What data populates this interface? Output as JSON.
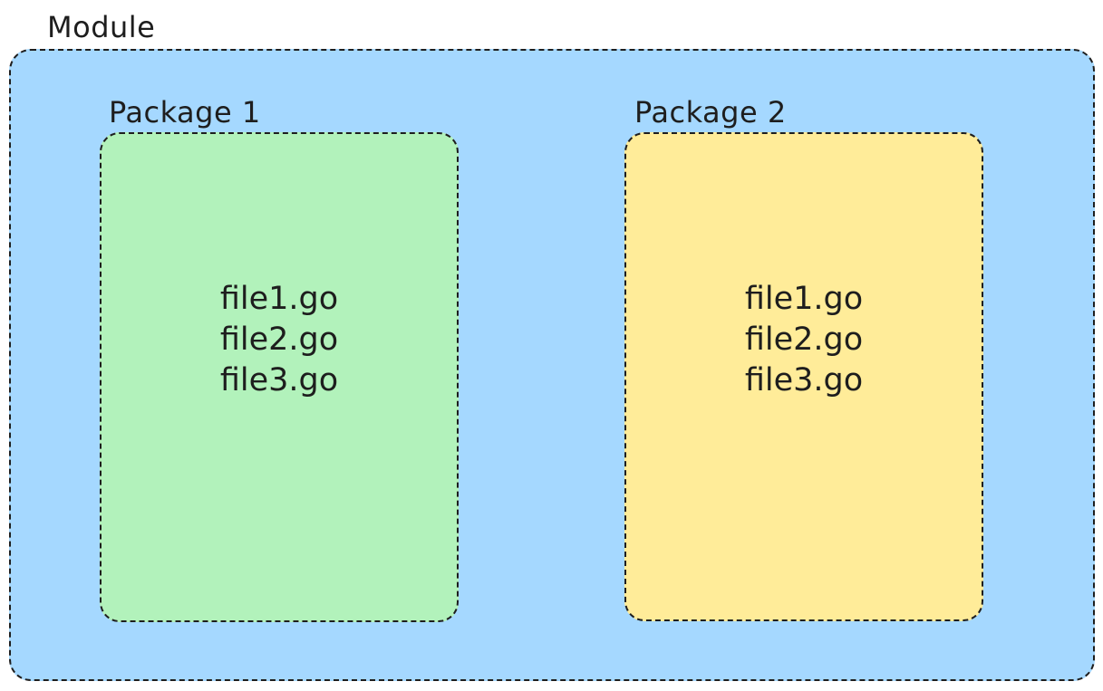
{
  "colors": {
    "module_fill": "#a5d8ff",
    "package1_fill": "#b2f2bb",
    "package2_fill": "#ffec99",
    "stroke": "#1e1e1e"
  },
  "module": {
    "label": "Module"
  },
  "packages": [
    {
      "label": "Package 1",
      "files": [
        "file1.go",
        "file2.go",
        "file3.go"
      ]
    },
    {
      "label": "Package 2",
      "files": [
        "file1.go",
        "file2.go",
        "file3.go"
      ]
    }
  ]
}
